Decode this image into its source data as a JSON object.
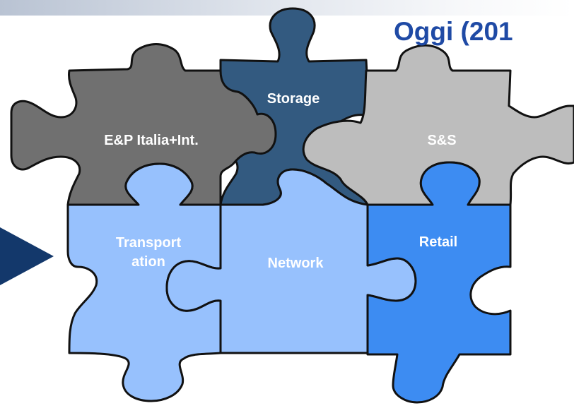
{
  "title": "Oggi (201",
  "colors": {
    "title": "#1f4aa5",
    "ep": "#707070",
    "storage": "#335a80",
    "ss": "#bdbdbd",
    "light_blue": "#97c1fd",
    "retail": "#3d8cf2",
    "arrow": "#13386b",
    "outline": "#111111"
  },
  "pieces": {
    "ep": "E&P Italia+Int.",
    "storage": "Storage",
    "ss": "S&S",
    "transportation_line1": "Transport",
    "transportation_line2": "ation",
    "network": "Network",
    "retail": "Retail"
  },
  "icons": {
    "arrow": "right-triangle-arrow-icon"
  }
}
